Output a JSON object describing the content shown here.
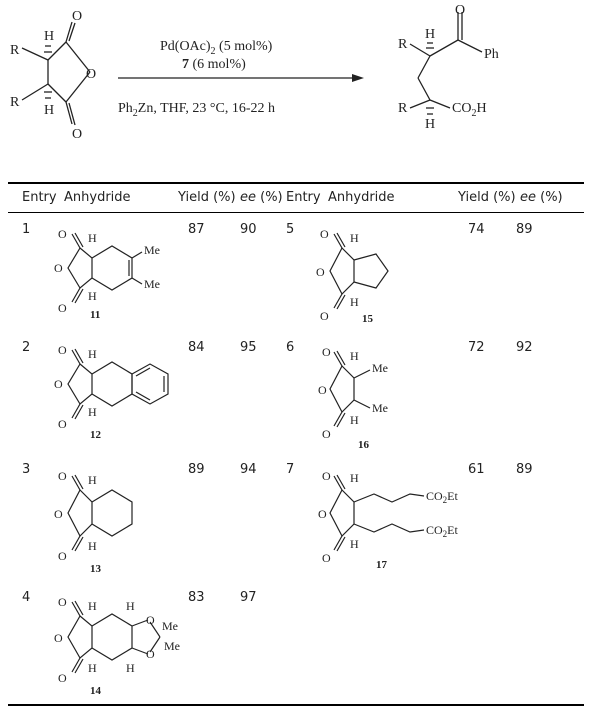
{
  "scheme": {
    "reagent_line1": "Pd(OAc)",
    "reagent_line1_sub": "2",
    "reagent_line1_rest": " (5 mol%)",
    "reagent_line2_bold": "7",
    "reagent_line2_rest": " (6 mol%)",
    "conditions_pre": "Ph",
    "conditions_sub": "2",
    "conditions_rest": "Zn, THF, 23 °C, 16-22 h",
    "r_label": "R",
    "h_label": "H",
    "o_label": "O",
    "ph_label": "Ph",
    "co2h_label": "CO",
    "co2h_sub": "2",
    "co2h_end": "H"
  },
  "table": {
    "headers": {
      "entry": "Entry",
      "anhydride": "Anhydride",
      "yield": "Yield (%)",
      "ee_italic": "ee",
      "ee_rest": " (%)"
    },
    "rows": [
      {
        "entry": "1",
        "compound": "11",
        "yield": "87",
        "ee": "90"
      },
      {
        "entry": "2",
        "compound": "12",
        "yield": "84",
        "ee": "95"
      },
      {
        "entry": "3",
        "compound": "13",
        "yield": "89",
        "ee": "94"
      },
      {
        "entry": "4",
        "compound": "14",
        "yield": "83",
        "ee": "97"
      },
      {
        "entry": "5",
        "compound": "15",
        "yield": "74",
        "ee": "89"
      },
      {
        "entry": "6",
        "compound": "16",
        "yield": "72",
        "ee": "92"
      },
      {
        "entry": "7",
        "compound": "17",
        "yield": "61",
        "ee": "89"
      }
    ],
    "labels": {
      "me": "Me",
      "co2et": "CO",
      "co2et_sub": "2",
      "co2et_end": "Et"
    }
  }
}
